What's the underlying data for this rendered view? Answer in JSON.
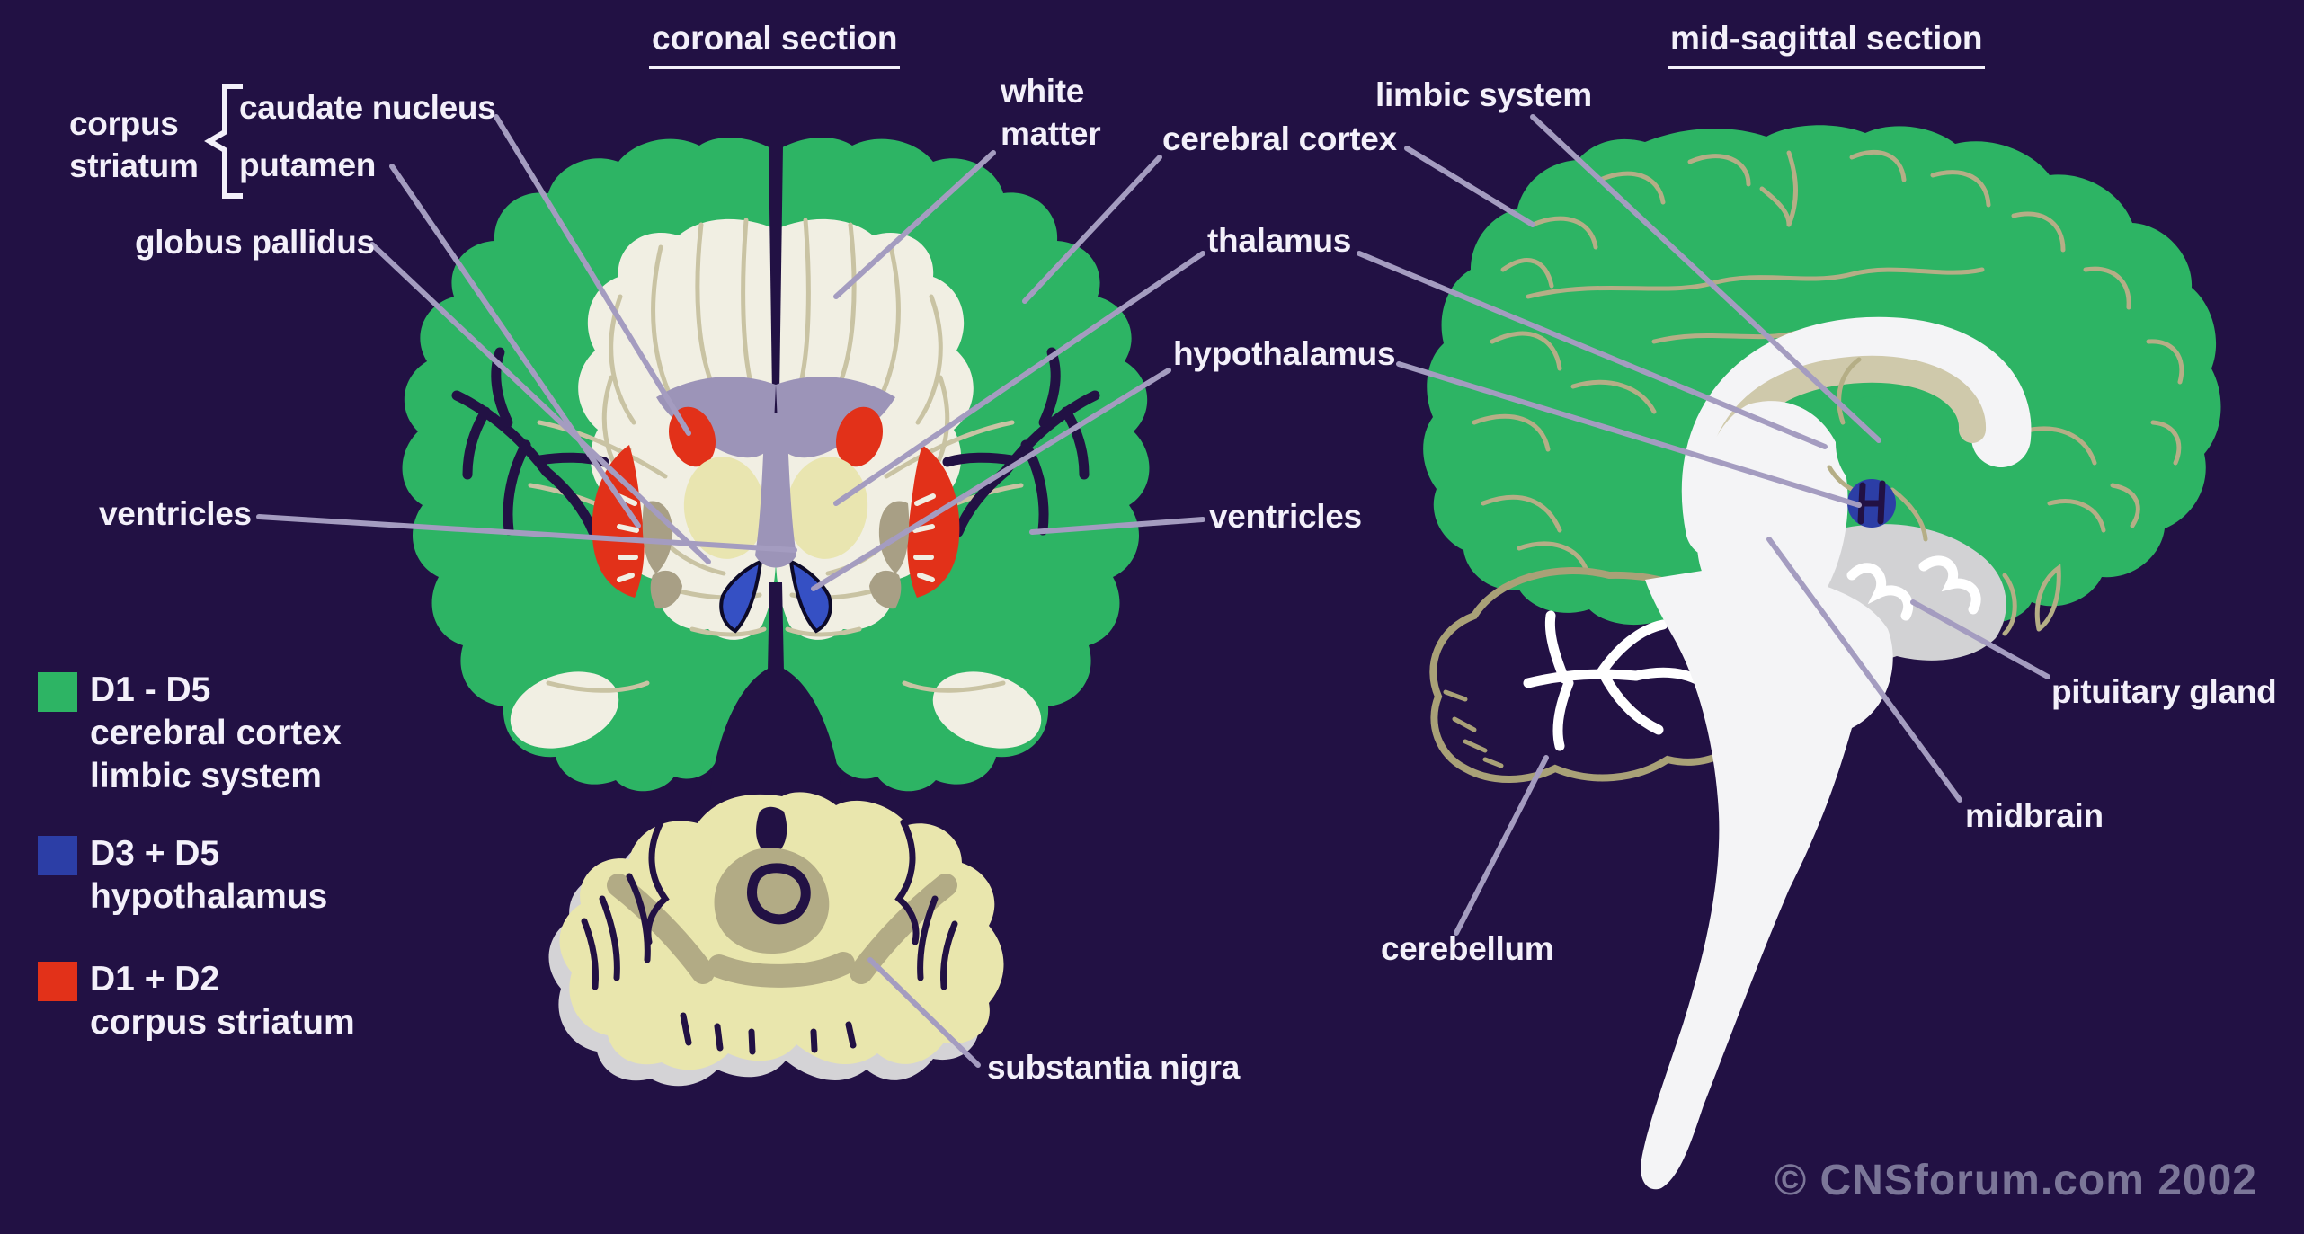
{
  "titles": {
    "coronal": "coronal section",
    "sagittal": "mid-sagittal section"
  },
  "labels": {
    "corpus_striatum": {
      "line1": "corpus",
      "line2": "striatum"
    },
    "caudate_nucleus": "caudate nucleus",
    "putamen": "putamen",
    "globus_pallidus": "globus pallidus",
    "ventricles_left": "ventricles",
    "white_matter": {
      "line1": "white",
      "line2": "matter"
    },
    "cerebral_cortex": "cerebral cortex",
    "thalamus": "thalamus",
    "hypothalamus": "hypothalamus",
    "ventricles_right": "ventricles",
    "limbic_system": "limbic system",
    "pituitary_gland": "pituitary gland",
    "midbrain": "midbrain",
    "cerebellum": "cerebellum",
    "substantia_nigra": "substantia nigra"
  },
  "legend": {
    "items": [
      {
        "receptors": "D1 - D5",
        "regions": [
          "cerebral cortex",
          "limbic system"
        ],
        "color": "#2db464"
      },
      {
        "receptors": "D3 + D5",
        "regions": [
          "hypothalamus"
        ],
        "color": "#2c3ea6"
      },
      {
        "receptors": "D1 + D2",
        "regions": [
          "corpus striatum"
        ],
        "color": "#e23119"
      }
    ]
  },
  "copyright": "© CNSforum.com 2002",
  "colors": {
    "background": "#221144",
    "cortex_green": "#2db464",
    "white_matter": "#f1efe3",
    "fiber_tan": "#c9c3a3",
    "ventricle_lilac": "#9c94b8",
    "nucleus_red": "#e23119",
    "thalamus_cream": "#e9e5b0",
    "globus_tan": "#a89f85",
    "hypothalamus_blue": "#3550c4",
    "legend_blue": "#2c3ea6",
    "slice_cream": "#e9e6ad",
    "slice_tan": "#b2ab85",
    "slice_gray": "#d4d3d6",
    "cerebellum_tan": "#cfc9ab",
    "cerebellum_outline": "#a9a177",
    "sulci_tan": "#b5ae86",
    "stem_white": "#f4f4f6",
    "pons_gray": "#d2d2d4",
    "leader": "#a49cc0",
    "label_text": "#f3f0fa",
    "copyright": "#7b7698"
  }
}
